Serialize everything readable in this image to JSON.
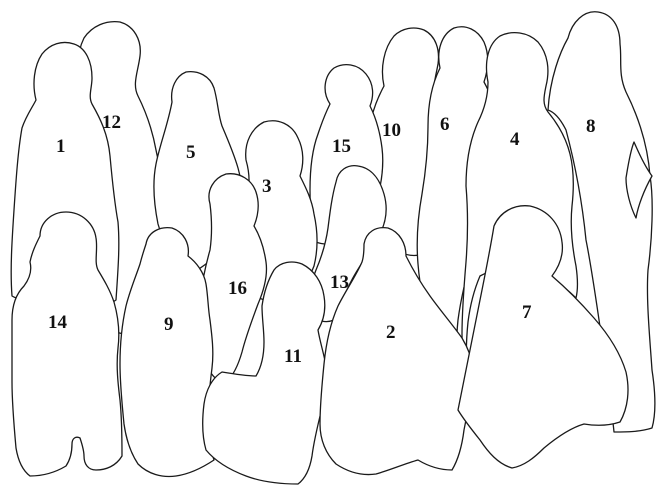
{
  "figure": {
    "labels": [
      {
        "id": "1",
        "text": "1"
      },
      {
        "id": "2",
        "text": "2"
      },
      {
        "id": "3",
        "text": "3"
      },
      {
        "id": "4",
        "text": "4"
      },
      {
        "id": "5",
        "text": "5"
      },
      {
        "id": "6",
        "text": "6"
      },
      {
        "id": "7",
        "text": "7"
      },
      {
        "id": "8",
        "text": "8"
      },
      {
        "id": "9",
        "text": "9"
      },
      {
        "id": "10",
        "text": "10"
      },
      {
        "id": "11",
        "text": "11"
      },
      {
        "id": "12",
        "text": "12"
      },
      {
        "id": "13",
        "text": "13"
      },
      {
        "id": "14",
        "text": "14"
      },
      {
        "id": "15",
        "text": "15"
      },
      {
        "id": "16",
        "text": "16"
      }
    ]
  }
}
